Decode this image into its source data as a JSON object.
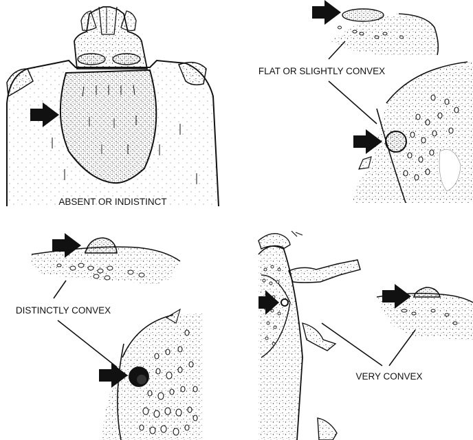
{
  "figure": {
    "labels": {
      "absent": "ABSENT OR INDISTINCT",
      "flat": "FLAT OR SLIGHTLY CONVEX",
      "distinct": "DISTINCTLY CONVEX",
      "very": "VERY CONVEX"
    },
    "ink_color": "#111111",
    "paper_color": "#ffffff",
    "icons": [
      "arrow-icon"
    ]
  }
}
